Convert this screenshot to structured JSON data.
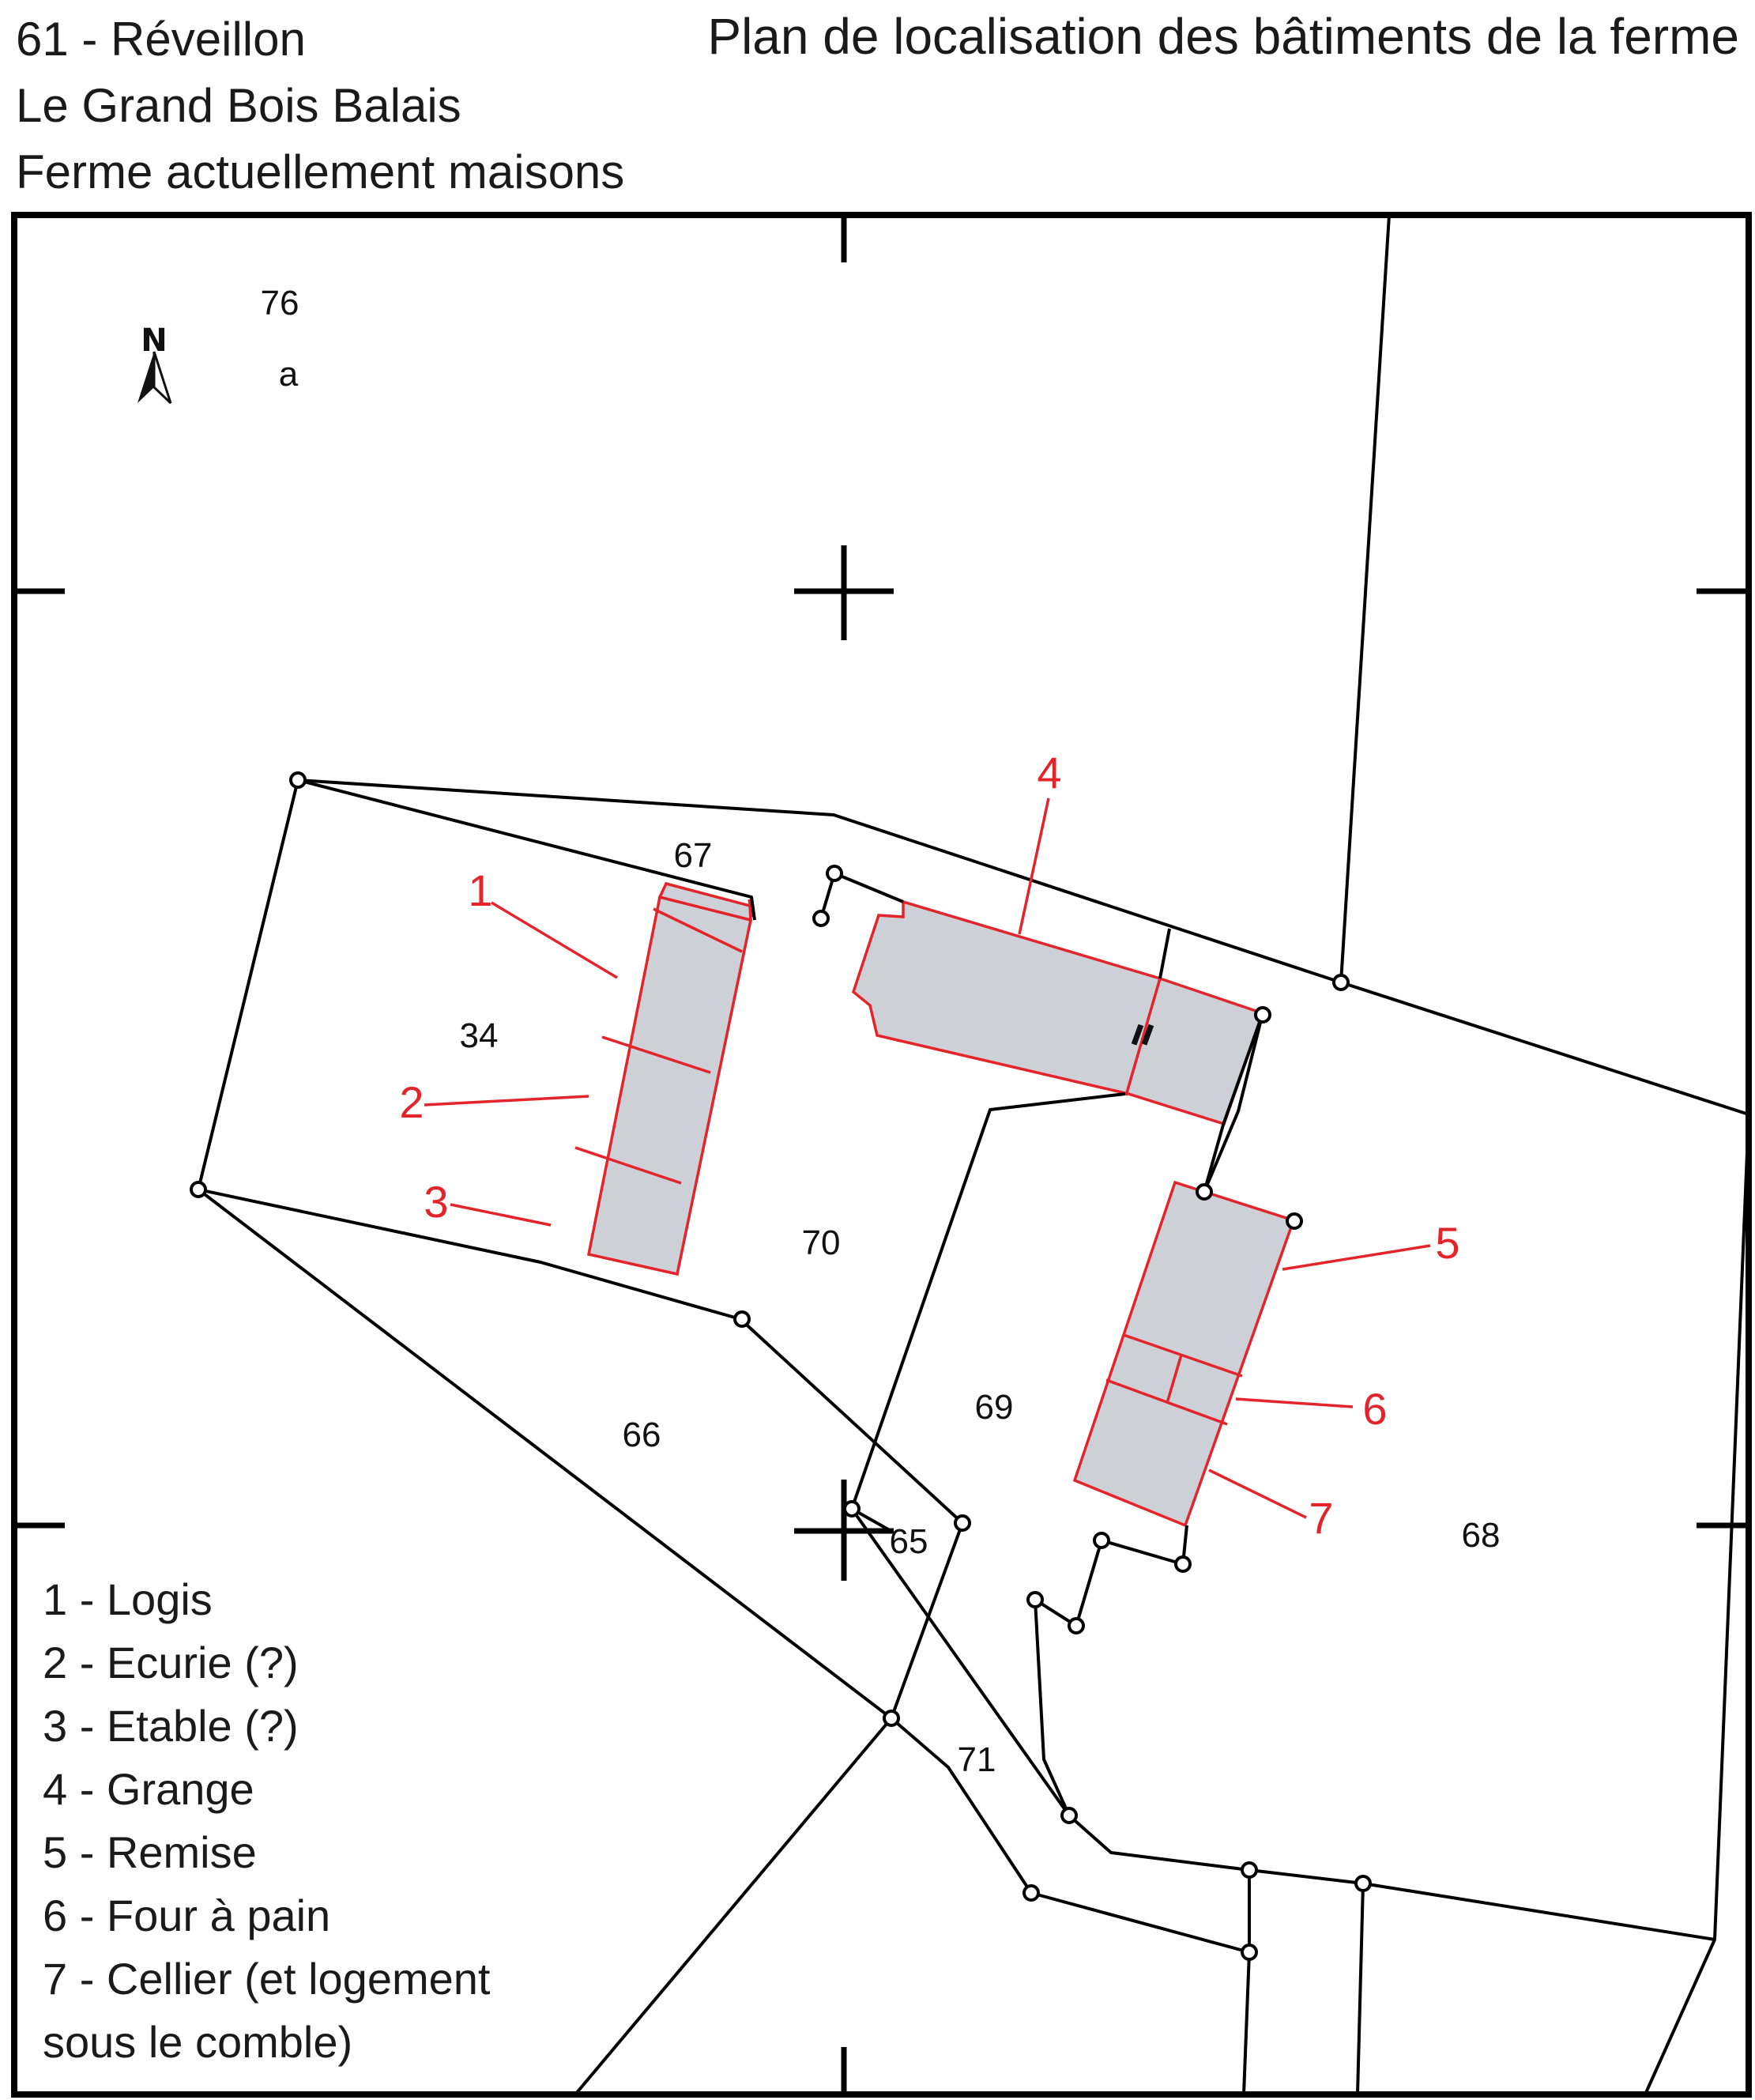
{
  "header": {
    "line1": "61 - Réveillon",
    "line2": "Le Grand Bois Balais",
    "line3": "Ferme actuellement maisons",
    "title": "Plan de localisation des bâtiments de la ferme"
  },
  "compass": {
    "letter": "N",
    "icon": "north-arrow-icon"
  },
  "parcels": {
    "p76": "76",
    "pa": "a",
    "p67": "67",
    "p34": "34",
    "p70": "70",
    "p66": "66",
    "p69": "69",
    "p65": "65",
    "p68": "68",
    "p71": "71"
  },
  "buildings": {
    "b1": "1",
    "b2": "2",
    "b3": "3",
    "b4": "4",
    "b5": "5",
    "b6": "6",
    "b7": "7"
  },
  "legend": [
    "1 - Logis",
    "2 - Ecurie (?)",
    "3 - Etable (?)",
    "4 - Grange",
    "5 - Remise",
    "6 - Four à pain",
    "7 - Cellier (et logement",
    "sous le comble)"
  ],
  "colors": {
    "building_fill": "#cdd0d6",
    "building_outline": "#e3242b",
    "label_red": "#e3242b",
    "parcel_line": "#000000"
  }
}
